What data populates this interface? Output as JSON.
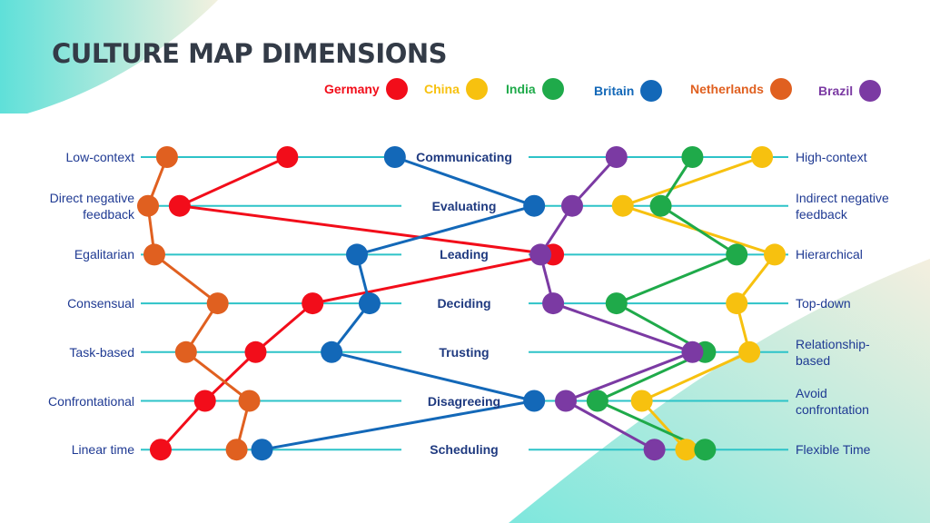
{
  "chart_data": {
    "type": "line",
    "title": "CULTURE MAP DIMENSIONS",
    "dimensions": [
      {
        "name": "Communicating",
        "low": "Low-context",
        "high": "High-context"
      },
      {
        "name": "Evaluating",
        "low": "Direct negative feedback",
        "high": "Indirect negative feedback"
      },
      {
        "name": "Leading",
        "low": "Egalitarian",
        "high": "Hierarchical"
      },
      {
        "name": "Deciding",
        "low": "Consensual",
        "high": "Top-down"
      },
      {
        "name": "Trusting",
        "low": "Task-based",
        "high": "Relationship-based"
      },
      {
        "name": "Disagreeing",
        "low": "Confrontational",
        "high": "Avoid confrontation"
      },
      {
        "name": "Scheduling",
        "low": "Linear time",
        "high": "Flexible Time"
      }
    ],
    "x_range": [
      0,
      100
    ],
    "series": [
      {
        "name": "Germany",
        "color": "#f20d1a",
        "values": [
          22,
          5,
          64,
          26,
          17,
          9,
          2
        ]
      },
      {
        "name": "China",
        "color": "#f7c10f",
        "values": [
          97,
          75,
          99,
          93,
          95,
          78,
          85
        ]
      },
      {
        "name": "India",
        "color": "#1faa4a",
        "values": [
          86,
          81,
          93,
          74,
          88,
          71,
          88
        ]
      },
      {
        "name": "Britain",
        "color": "#1368b8",
        "values": [
          39,
          61,
          33,
          35,
          29,
          61,
          18
        ]
      },
      {
        "name": "Netherlands",
        "color": "#e06020",
        "values": [
          3,
          0,
          1,
          11,
          6,
          16,
          14
        ]
      },
      {
        "name": "Brazil",
        "color": "#7b3aa3",
        "values": [
          74,
          67,
          62,
          64,
          86,
          66,
          80
        ]
      }
    ]
  }
}
